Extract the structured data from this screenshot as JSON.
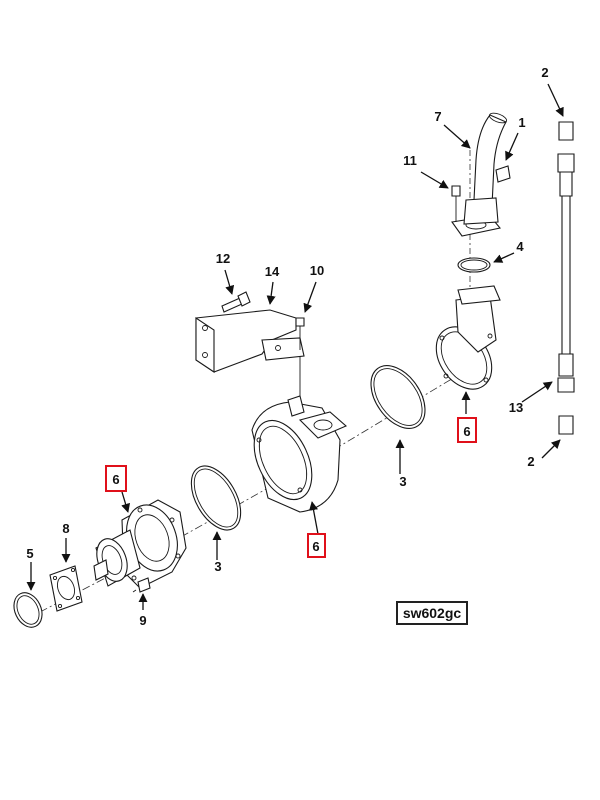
{
  "diagram_code": "sw602gc",
  "highlight_color": "#e0101a",
  "callouts": {
    "c1": "1",
    "c2_top": "2",
    "c2_bottom": "2",
    "c3_left": "3",
    "c3_right": "3",
    "c4": "4",
    "c5": "5",
    "c6_left": "6",
    "c6_mid": "6",
    "c6_right": "6",
    "c7": "7",
    "c8": "8",
    "c9": "9",
    "c10": "10",
    "c11": "11",
    "c12": "12",
    "c13": "13",
    "c14": "14"
  }
}
